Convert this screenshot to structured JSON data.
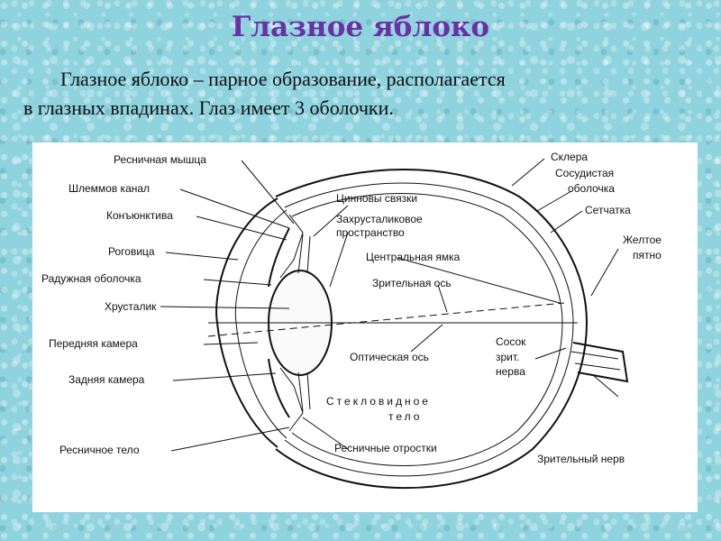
{
  "title": "Глазное яблоко",
  "intro": {
    "line1": "Глазное яблоко – парное образование, располагается",
    "line2": "в глазных впадинах. Глаз имеет 3 оболочки."
  },
  "labels": {
    "ciliary_muscle": "Ресничная мышца",
    "schlemm_canal": "Шлеммов канал",
    "conjunctiva": "Конъюнктива",
    "cornea": "Роговица",
    "iris": "Радужная оболочка",
    "lens": "Хрусталик",
    "anterior_chamber": "Передняя камера",
    "posterior_chamber": "Задняя камера",
    "ciliary_body": "Ресничное тело",
    "zonules": "Цинновы связки",
    "retrolental_1": "Захрусталиковое",
    "retrolental_2": "пространство",
    "fovea": "Центральная ямка",
    "visual_axis": "Зрительная ось",
    "optical_axis": "Оптическая ось",
    "vitreous_1": "Стекловидное",
    "vitreous_2": "тело",
    "ciliary_processes": "Ресничные отростки",
    "sclera": "Склера",
    "choroid_1": "Сосудистая",
    "choroid_2": "оболочка",
    "retina": "Сетчатка",
    "macula_1": "Желтое",
    "macula_2": "пятно",
    "optic_disc_1": "Сосок",
    "optic_disc_2": "зрит.",
    "optic_disc_3": "нерва",
    "optic_nerve": "Зрительный нерв"
  }
}
